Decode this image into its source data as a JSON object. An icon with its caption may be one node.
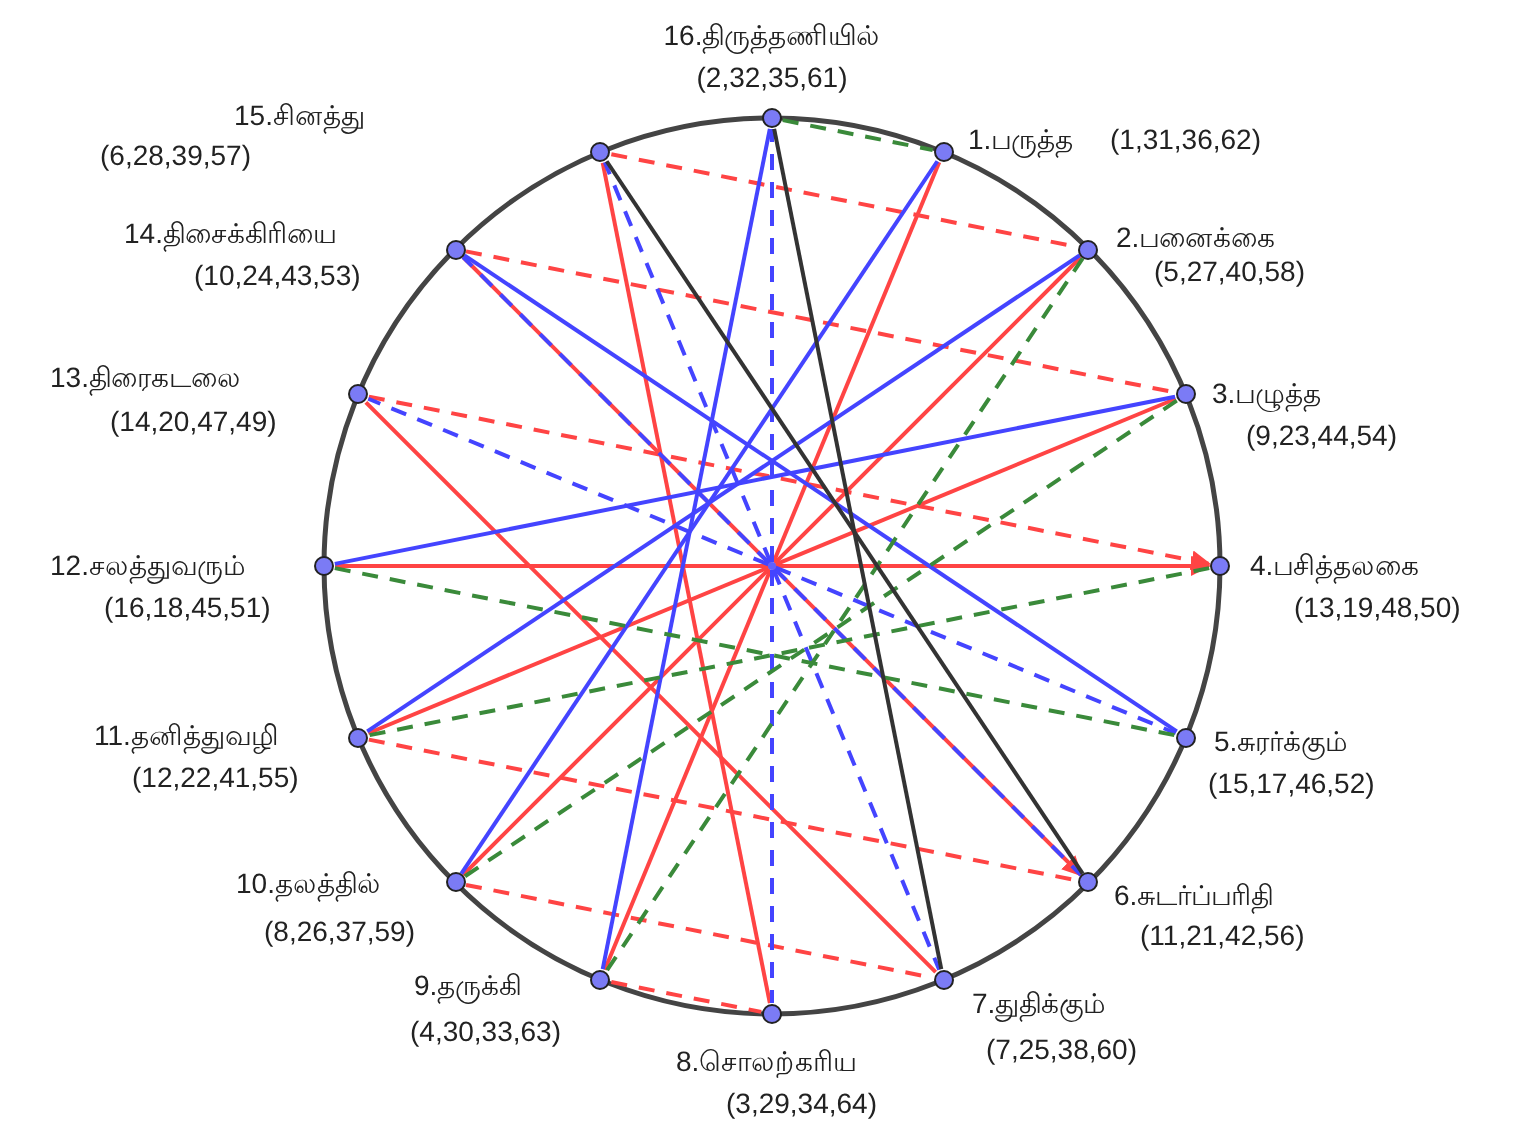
{
  "diagram": {
    "nodes": [
      {
        "text": [],
        "shape": "circle",
        "beside": [
          "1.பருத்த",
          "(1,31,36,62)"
        ]
      },
      {
        "text": [],
        "shape": "circle",
        "beside": [
          "2.பனைக்கை",
          "(5,27,40,58)"
        ]
      },
      {
        "text": [],
        "shape": "circle",
        "beside": [
          "3.பழுத்த",
          "(9,23,44,54)"
        ]
      },
      {
        "text": [],
        "shape": "circle",
        "beside": [
          "4.பசித்தலகை",
          "(13,19,48,50)"
        ]
      },
      {
        "text": [],
        "shape": "circle",
        "beside": [
          "5.சுரர்க்கும்",
          "(15,17,46,52)"
        ]
      },
      {
        "text": [],
        "shape": "circle",
        "beside": [
          "6.சுடர்ப்பரிதி",
          "(11,21,42,56)"
        ]
      },
      {
        "text": [],
        "shape": "circle",
        "beside": [
          "7.துதிக்கும்",
          "(7,25,38,60)"
        ]
      },
      {
        "text": [],
        "shape": "circle",
        "beside": [
          "8.சொலற்கரிய",
          "(3,29,34,64)"
        ]
      },
      {
        "text": [],
        "shape": "circle",
        "beside": [
          "9.தருக்கி",
          "(4,30,33,63)"
        ]
      },
      {
        "text": [],
        "shape": "circle",
        "beside": [
          "10.தலத்தில்",
          "(8,26,37,59)"
        ]
      },
      {
        "text": [],
        "shape": "circle",
        "beside": [
          "11.தனித்துவழி",
          "(12,22,41,55)"
        ]
      },
      {
        "text": [],
        "shape": "circle",
        "beside": [
          "12.சலத்துவரும்",
          "(16,18,45,51)"
        ]
      },
      {
        "text": [],
        "shape": "circle",
        "beside": [
          "13.திரைகடலை",
          "(14,20,47,49)"
        ]
      },
      {
        "text": [],
        "shape": "circle",
        "beside": [
          "14.திசைக்கிரியை",
          "(10,24,43,53)"
        ]
      },
      {
        "text": [],
        "shape": "circle",
        "beside": [
          "15.சினத்து",
          "(6,28,39,57)"
        ]
      },
      {
        "text": [],
        "shape": "circle",
        "beside": [
          "16.திருத்தணியில்",
          "(2,32,35,61)"
        ]
      },
      {
        "text": [],
        "shape": "point"
      }
    ],
    "edges": [
      {
        "from": 15,
        "to": 0,
        "arrow": "none",
        "style": "dashed",
        "color": "#3a8a3a"
      },
      {
        "from": 14,
        "to": 1,
        "arrow": "none",
        "style": "dashed",
        "color": "#ff4444"
      },
      {
        "from": 13,
        "to": 2,
        "arrow": "none",
        "style": "dashed",
        "color": "#ff4444"
      },
      {
        "from": 12,
        "to": 3,
        "arrow": "to",
        "style": "dashed",
        "color": "#ff4444"
      },
      {
        "from": 10,
        "to": 5,
        "arrow": "none",
        "style": "dashed",
        "color": "#ff4444"
      },
      {
        "from": 9,
        "to": 6,
        "arrow": "none",
        "style": "dashed",
        "color": "#ff4444"
      },
      {
        "from": 8,
        "to": 7,
        "arrow": "none",
        "style": "dashed",
        "color": "#ff4444"
      },
      {
        "from": 11,
        "to": 3,
        "arrow": "to",
        "color": "#ff4444"
      },
      {
        "from": 13,
        "to": 5,
        "arrow": "to",
        "color": "#ff4444"
      },
      {
        "from": 12,
        "to": 6,
        "arrow": "none",
        "color": "#ff4444"
      },
      {
        "from": 14,
        "to": 7,
        "arrow": "none",
        "color": "#ff4444"
      },
      {
        "from": 16,
        "to": 0,
        "arrow": "none",
        "color": "#ff4444"
      },
      {
        "from": 16,
        "to": 1,
        "arrow": "none",
        "color": "#ff4444"
      },
      {
        "from": 16,
        "to": 2,
        "arrow": "none",
        "color": "#ff4444"
      },
      {
        "from": 16,
        "to": 8,
        "arrow": "none",
        "color": "#ff4444"
      },
      {
        "from": 16,
        "to": 9,
        "arrow": "none",
        "color": "#ff4444"
      },
      {
        "from": 16,
        "to": 10,
        "arrow": "none",
        "color": "#ff4444"
      },
      {
        "from": 15,
        "to": 8,
        "arrow": "none",
        "color": "#4444ff"
      },
      {
        "from": 0,
        "to": 9,
        "arrow": "none",
        "color": "#4444ff"
      },
      {
        "from": 1,
        "to": 10,
        "arrow": "none",
        "color": "#4444ff"
      },
      {
        "from": 2,
        "to": 11,
        "arrow": "none",
        "color": "#4444ff"
      },
      {
        "from": 13,
        "to": 4,
        "arrow": "none",
        "color": "#4444ff"
      },
      {
        "from": 16,
        "to": 15,
        "arrow": "none",
        "style": "dashed",
        "color": "#4444ff"
      },
      {
        "from": 16,
        "to": 14,
        "arrow": "none",
        "style": "dashed",
        "color": "#4444ff"
      },
      {
        "from": 16,
        "to": 13,
        "arrow": "none",
        "style": "dashed",
        "color": "#4444ff"
      },
      {
        "from": 16,
        "to": 12,
        "arrow": "none",
        "style": "dashed",
        "color": "#4444ff"
      },
      {
        "from": 16,
        "to": 4,
        "arrow": "none",
        "style": "dashed",
        "color": "#4444ff"
      },
      {
        "from": 16,
        "to": 5,
        "arrow": "none",
        "style": "dashed",
        "color": "#4444ff"
      },
      {
        "from": 16,
        "to": 6,
        "arrow": "none",
        "style": "dashed",
        "color": "#4444ff"
      },
      {
        "from": 16,
        "to": 7,
        "arrow": "none",
        "style": "dashed",
        "color": "#4444ff"
      },
      {
        "from": 1,
        "to": 8,
        "arrow": "none",
        "style": "dashed",
        "color": "#3a8a3a"
      },
      {
        "from": 2,
        "to": 9,
        "arrow": "none",
        "style": "dashed",
        "color": "#3a8a3a"
      },
      {
        "from": 3,
        "to": 10,
        "arrow": "none",
        "style": "dashed",
        "color": "#3a8a3a"
      },
      {
        "from": 11,
        "to": 4,
        "arrow": "none",
        "style": "dashed",
        "color": "#3a8a3a"
      },
      {
        "from": 15,
        "to": 6,
        "arrow": "none",
        "color": "#333333"
      },
      {
        "from": 14,
        "to": 5,
        "arrow": "none",
        "color": "#333333"
      }
    ]
  }
}
